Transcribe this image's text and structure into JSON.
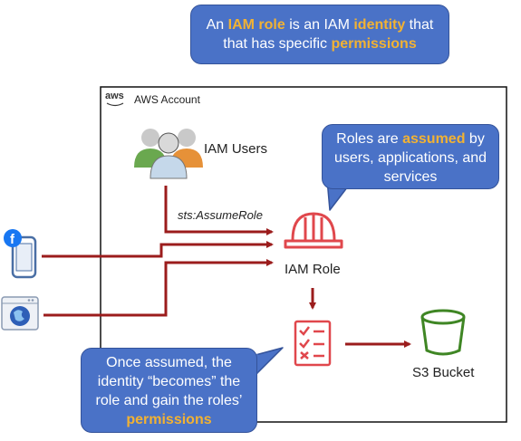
{
  "top_callout": {
    "line1_a": "An ",
    "line1_b": "IAM role",
    "line1_c": " is an IAM ",
    "line1_d": "identity",
    "line1_e": " that",
    "line2_a": "that has specific ",
    "line2_b": "permissions"
  },
  "account": {
    "logo_text": "aws",
    "title": "AWS Account"
  },
  "iam_users_label": "IAM Users",
  "assume_role_label": "sts:AssumeRole",
  "iam_role_label": "IAM Role",
  "s3_label": "S3 Bucket",
  "roles_callout": {
    "a": "Roles are ",
    "b": "assumed",
    "c": " by",
    "line2": "users, applications, and",
    "line3": "services"
  },
  "bottom_callout": {
    "line1": "Once assumed, the",
    "line2": "identity “becomes” the",
    "line3": "role and gain the roles’",
    "line4": "permissions"
  },
  "colors": {
    "callout_bg": "#4a72c7",
    "highlight": "#f2b233",
    "arrow": "#9b1c1c",
    "role_red": "#e0474c",
    "s3_green": "#3f8624"
  },
  "icons": [
    "users-group-icon",
    "hard-hat-icon",
    "checklist-icon",
    "bucket-icon",
    "mobile-phone-icon",
    "facebook-icon",
    "globe-browser-icon"
  ]
}
